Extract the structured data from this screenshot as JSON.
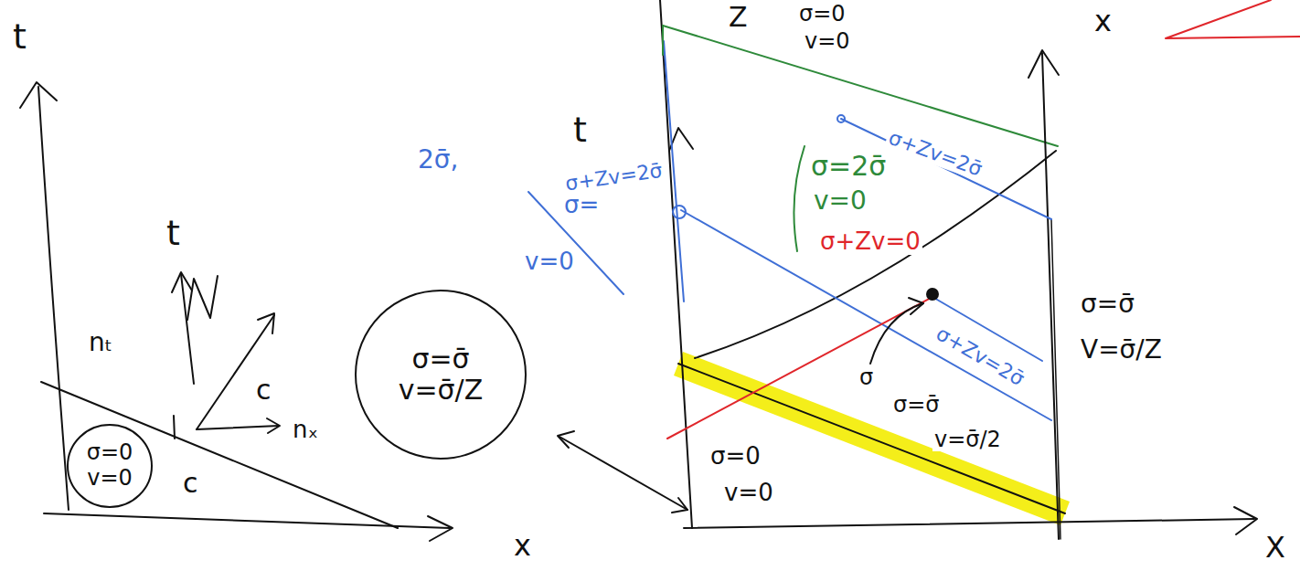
{
  "diagram": {
    "nodes": [
      {
        "text": [
          "σ=0",
          "v=0"
        ]
      },
      {
        "text": [
          "σ=σ̄",
          "v=σ̄/Z"
        ]
      }
    ],
    "labels": [
      "t",
      "Z",
      "σ=0",
      "v=0",
      "x",
      "t",
      "nₜ",
      "c",
      "nₓ",
      "c",
      "x",
      "t",
      "2σ̄,",
      "σ+Zv=2σ̄",
      "σ=",
      "v=0",
      "σ=2σ̄",
      "v=0",
      "σ+Zv=2σ̄",
      "σ+Zv=0",
      "σ+Zv=2σ̄",
      "σ=σ̄",
      "V=σ̄/Z",
      "σ",
      "σ=σ̄",
      "v=σ̄/2",
      "σ=0",
      "v=0",
      "X"
    ]
  }
}
